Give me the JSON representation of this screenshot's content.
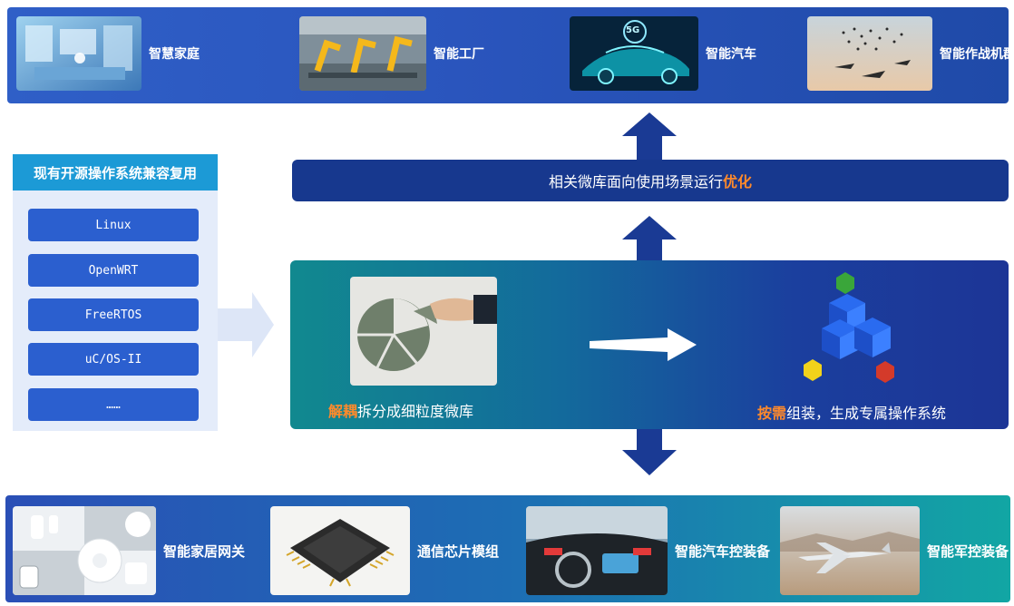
{
  "top_band": {
    "items": [
      {
        "label": "智慧家庭",
        "icon": "smart-home-photo"
      },
      {
        "label": "智能工厂",
        "icon": "smart-factory-photo"
      },
      {
        "label": "智能汽车",
        "icon": "smart-car-photo",
        "badge": "5G"
      },
      {
        "label": "智能作战机群",
        "icon": "drone-swarm-photo"
      }
    ]
  },
  "left_panel": {
    "title": "现有开源操作系统兼容复用",
    "os_list": [
      "Linux",
      "OpenWRT",
      "FreeRTOS",
      "uC/OS-II",
      "……"
    ]
  },
  "optimize_bar": {
    "text": "相关微库面向使用场景运行",
    "highlight": "优化"
  },
  "decouple": {
    "highlight": "解耦",
    "text": "拆分成细粒度微库"
  },
  "assemble": {
    "highlight": "按需",
    "text": "组装，生成专属操作系统"
  },
  "bottom_band": {
    "items": [
      {
        "label": "智能家居网关",
        "icon": "smart-home-gateway-photo"
      },
      {
        "label": "通信芯片模组",
        "icon": "chip-module-photo"
      },
      {
        "label": "智能汽车控装备",
        "icon": "car-cockpit-photo"
      },
      {
        "label": "智能军控装备",
        "icon": "military-drone-photo"
      }
    ]
  },
  "colors": {
    "accent_orange": "#ff8a2b",
    "arrow_blue": "#1a3a94",
    "os_button": "#2b5fcf",
    "left_title": "#1c9ad6"
  }
}
